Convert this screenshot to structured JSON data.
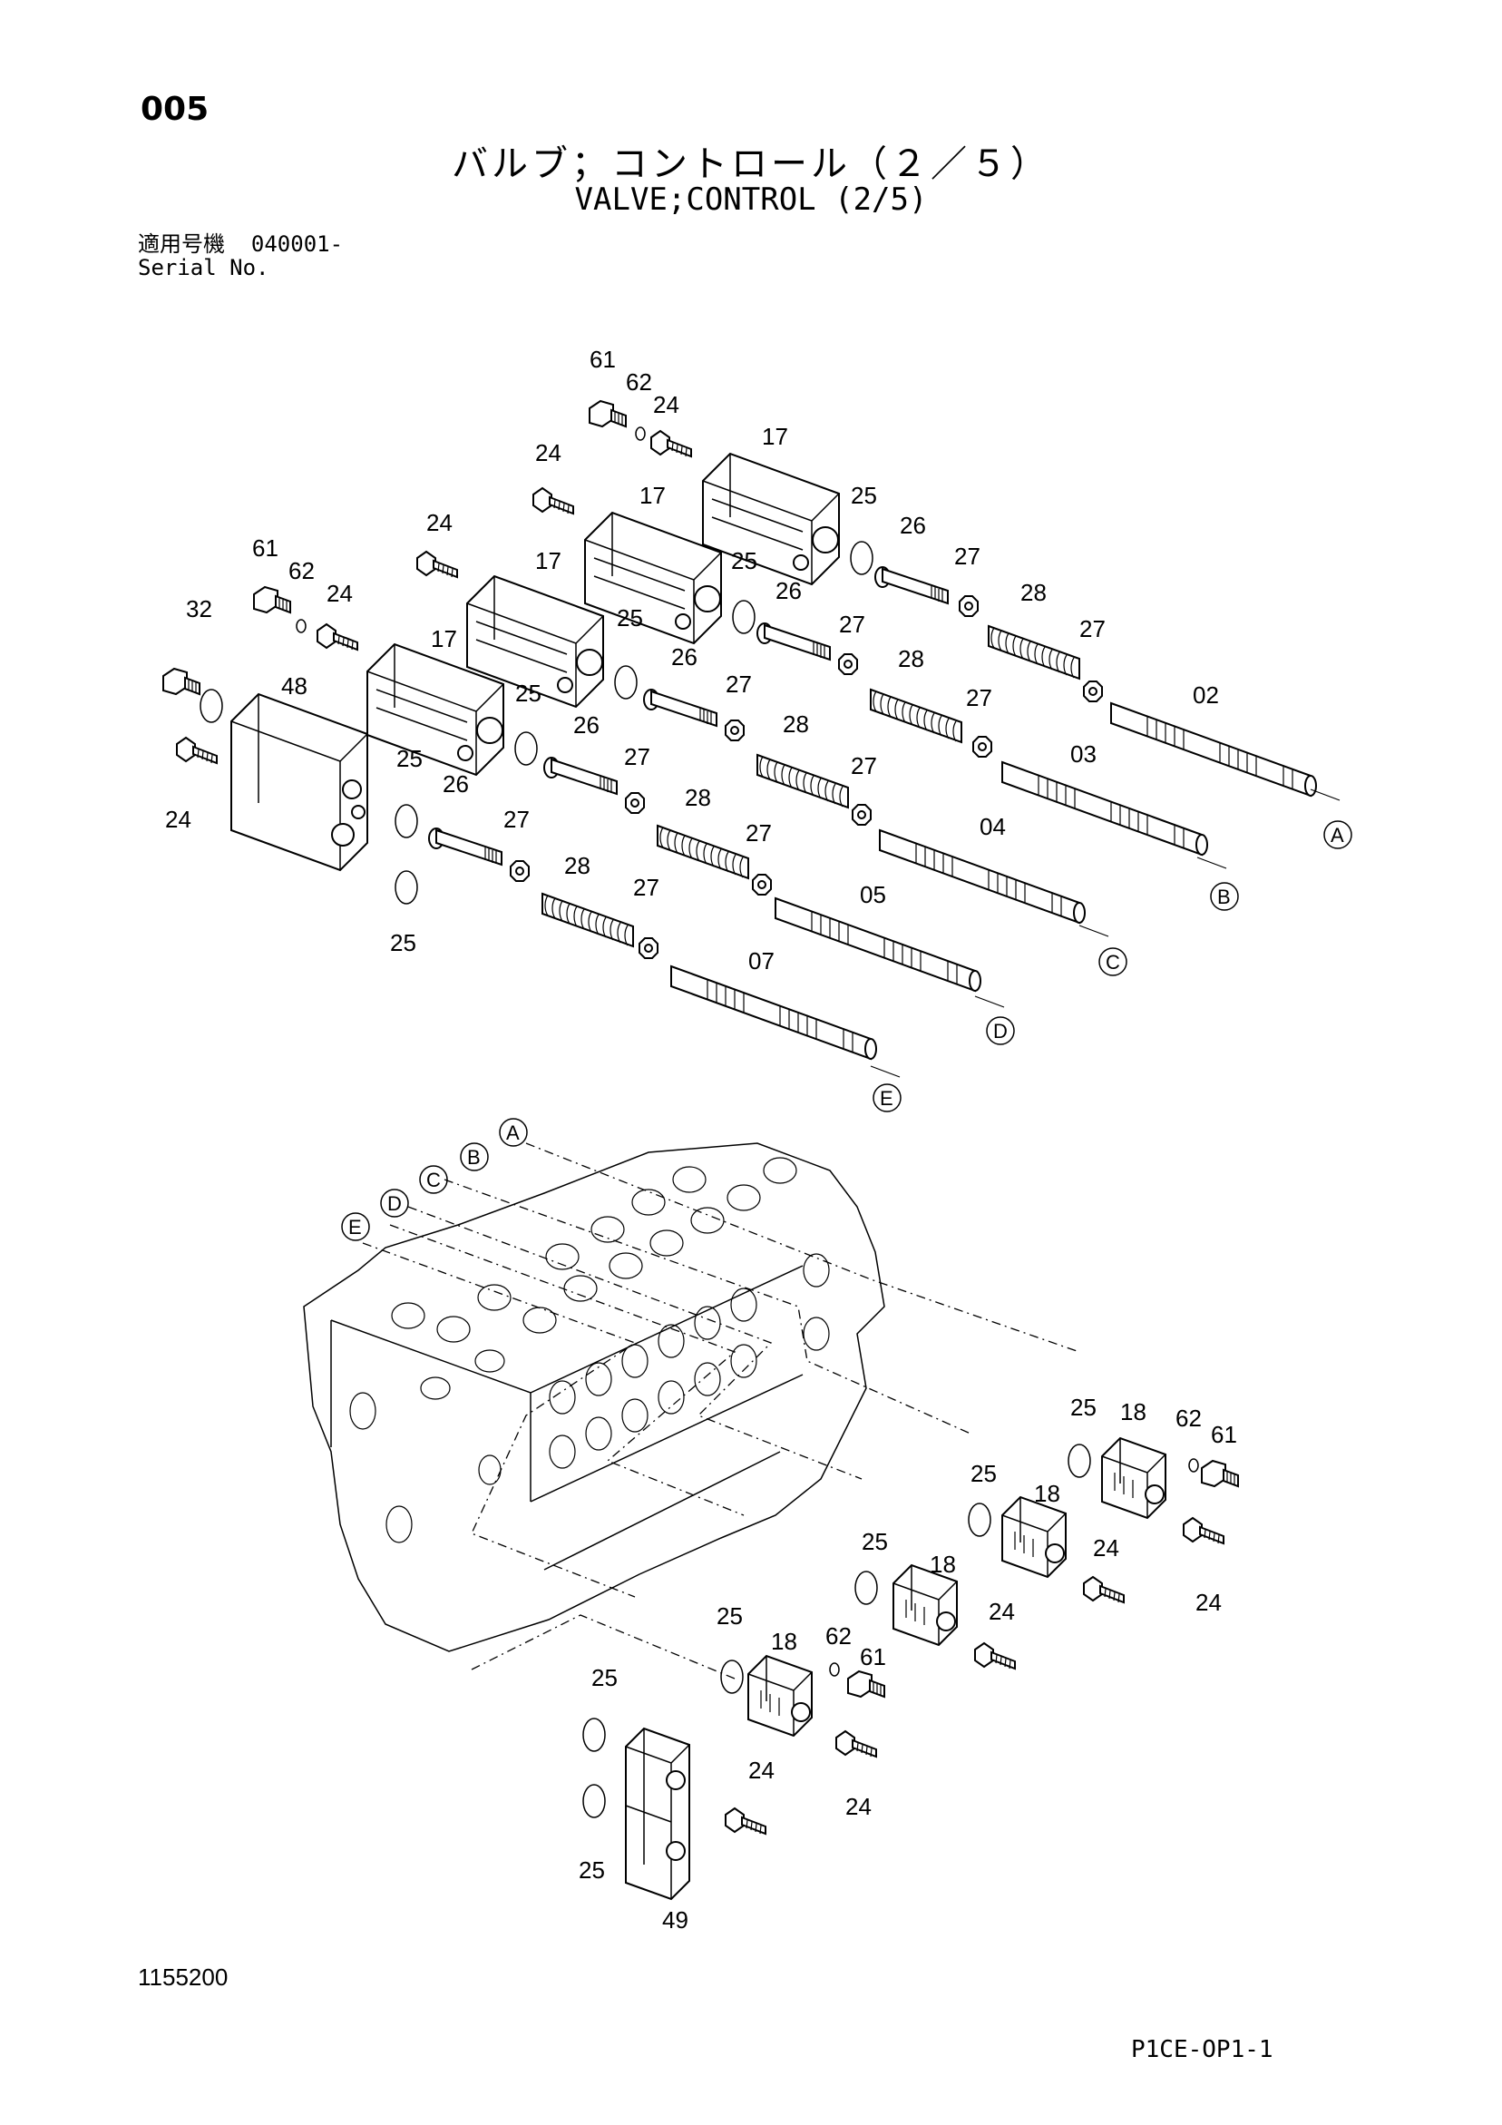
{
  "header": {
    "page_code": "005",
    "title_jp": "バルブ；コントロール（２／５）",
    "title_en": "VALVE;CONTROL (2/5)",
    "serial_label_jp": "適用号機",
    "serial_range": "040001-",
    "serial_label_en": "Serial No."
  },
  "callouts": {
    "c61": "61",
    "c62": "62",
    "c24": "24",
    "c17": "17",
    "c25": "25",
    "c26": "26",
    "c27": "27",
    "c28": "28",
    "c32": "32",
    "c48": "48",
    "c02": "02",
    "c03": "03",
    "c04": "04",
    "c05": "05",
    "c07": "07",
    "c18": "18",
    "c49": "49"
  },
  "refs": {
    "A": "A",
    "B": "B",
    "C": "C",
    "D": "D",
    "E": "E"
  },
  "footer": {
    "drawing_number": "1155200",
    "sheet_code": "P1CE-OP1-1"
  }
}
